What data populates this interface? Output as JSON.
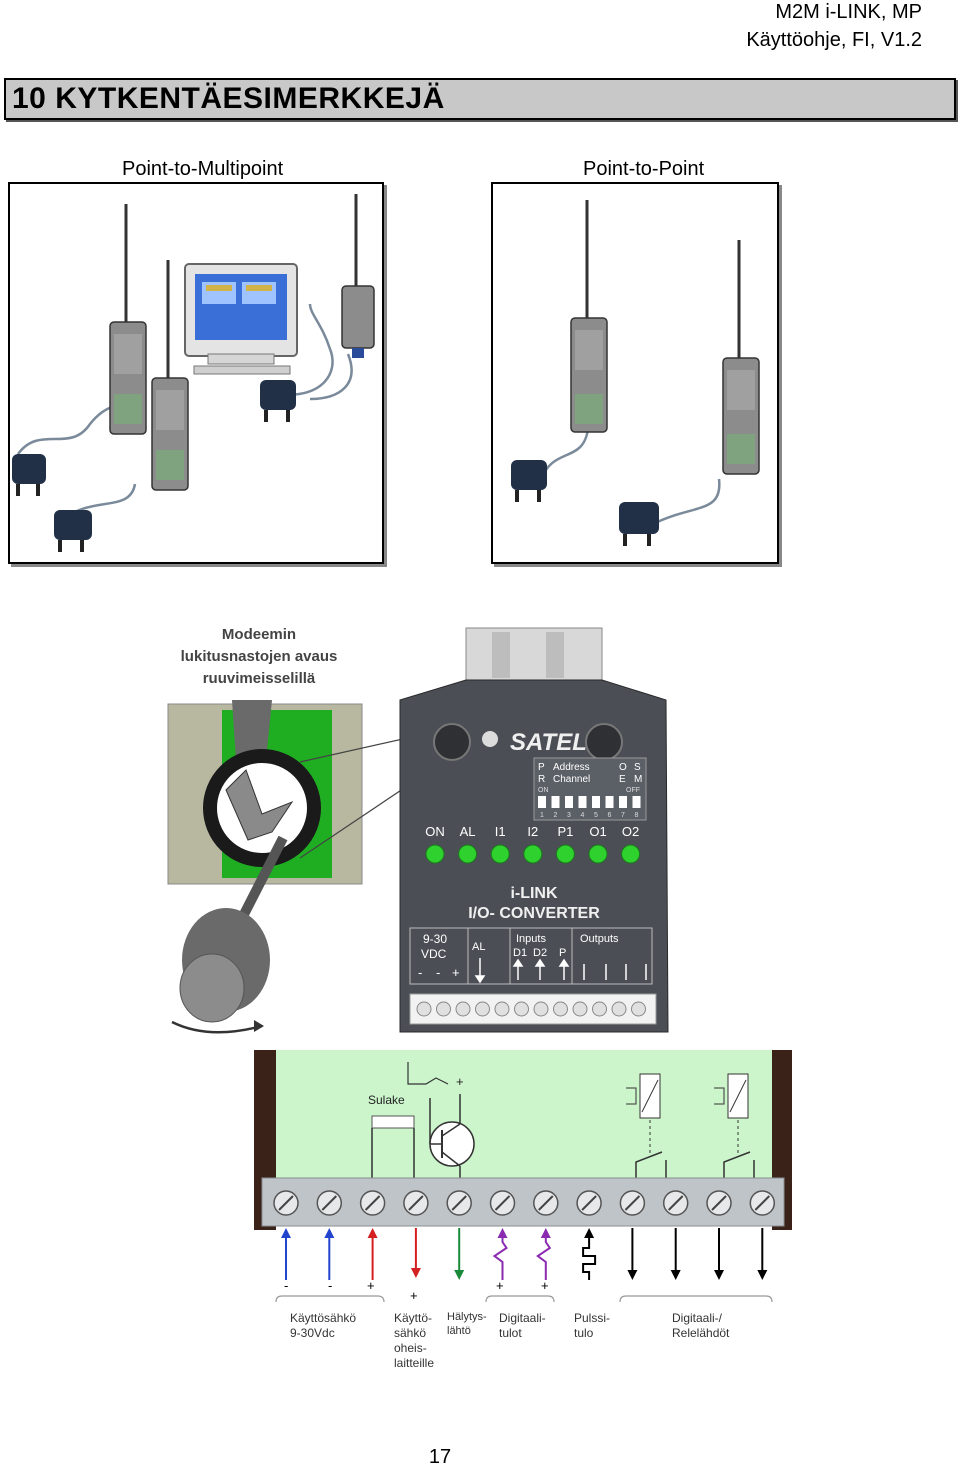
{
  "header": {
    "line1": "M2M i-LINK, MP",
    "line2": "Käyttöohje, FI, V1.2"
  },
  "chapter": {
    "title": "10 KYTKENTÄESIMERKKEJÄ"
  },
  "figures": {
    "multipoint_caption": "Point-to-Multipoint",
    "point_caption": "Point-to-Point"
  },
  "converter": {
    "callout_lines": [
      "Modeemin",
      "lukitusnastojen avaus",
      "ruuvimeisselillä"
    ],
    "brand": "SATEL",
    "dip_labels": {
      "p": "P",
      "r": "R",
      "address": "Address",
      "channel": "Channel",
      "o": "O",
      "e": "E",
      "s": "S",
      "m": "M",
      "on": "ON",
      "off": "OFF"
    },
    "leds": [
      "ON",
      "AL",
      "I1",
      "I2",
      "P1",
      "O1",
      "O2"
    ],
    "name_line1": "i-LINK",
    "name_line2": "I/O- CONVERTER",
    "terminal_labels": {
      "vdc_top": "9-30",
      "vdc_bottom": "VDC",
      "al": "AL",
      "inputs": "Inputs",
      "d1": "D1",
      "d2": "D2",
      "p": "P",
      "outputs": "Outputs"
    },
    "minus_plus": [
      "-",
      "-",
      "+"
    ]
  },
  "wiring": {
    "fuse_label": "Sulake",
    "signs": [
      "-",
      "-",
      "+",
      "+",
      "+",
      "+"
    ],
    "group_labels": [
      [
        "Käyttösähkö",
        "9-30Vdc"
      ],
      [
        "Käyttö-",
        "sähkö",
        "oheis-",
        "laitteille"
      ],
      [
        "Hälytys-",
        "lähtö"
      ],
      [
        "Digitaali-",
        "tulot"
      ],
      [
        "Pulssi-",
        "tulo"
      ],
      [
        "Digitaali-/",
        "Relelähdöt"
      ]
    ],
    "colors": {
      "blue": "#2244cc",
      "red": "#d42020",
      "green": "#1a8a3a",
      "purple": "#8a2ab0",
      "black": "#000000",
      "bg": "#ccf5cc"
    }
  },
  "page": {
    "number": "17"
  }
}
